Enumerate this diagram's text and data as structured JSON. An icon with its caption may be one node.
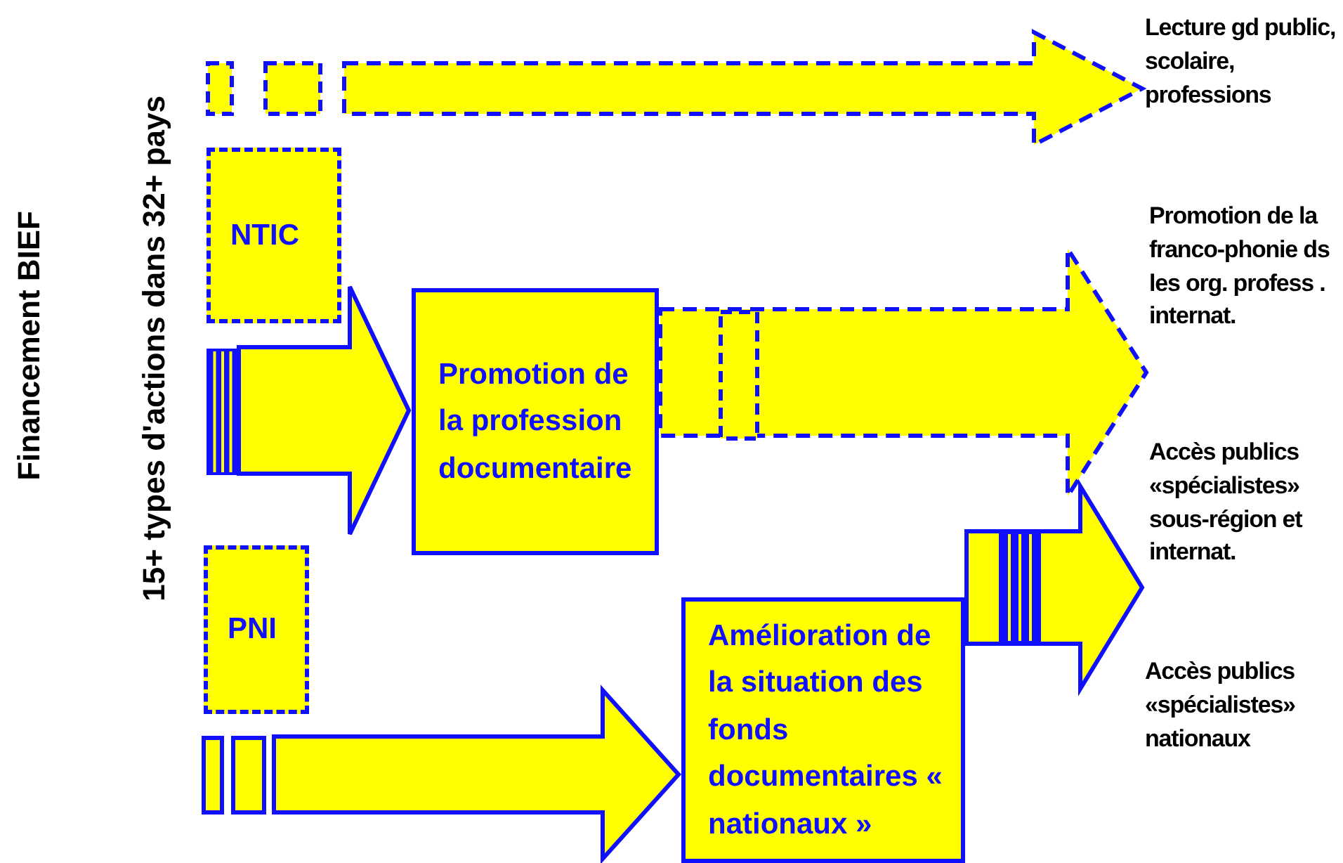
{
  "diagram": {
    "nodes": [
      {
        "text": [
          "NTIC"
        ]
      },
      {
        "text": [
          "Promotion de la profession documentaire"
        ]
      },
      {
        "text": [
          "PNI"
        ]
      },
      {
        "text": [
          "Amélioration de la situation des fonds documentaires « nationaux »"
        ]
      },
      {
        "text": [
          "Lecture gd public, scolaire, professions"
        ]
      },
      {
        "text": [
          "Promotion de la franco-phonie ds les org. profess . internat."
        ]
      },
      {
        "text": [
          "Accès publics «spécialistes» sous-région et internat."
        ]
      },
      {
        "text": [
          "Accès publics «spécialistes» nationaux"
        ]
      }
    ],
    "edges": [
      {
        "from": null,
        "to": 4,
        "arrow": "to",
        "style": "dashed"
      },
      {
        "from": null,
        "to": 1,
        "arrow": "to"
      },
      {
        "from": 1,
        "to": 5,
        "arrow": "to",
        "style": "dashed"
      },
      {
        "from": null,
        "to": 3,
        "arrow": "to"
      },
      {
        "from": 3,
        "to": 6,
        "arrow": "to"
      },
      {
        "from": 3,
        "to": 7,
        "arrow": "to"
      }
    ],
    "labels": [
      "Financement BIEF",
      "15+ types d'actions dans 32+ pays"
    ]
  }
}
